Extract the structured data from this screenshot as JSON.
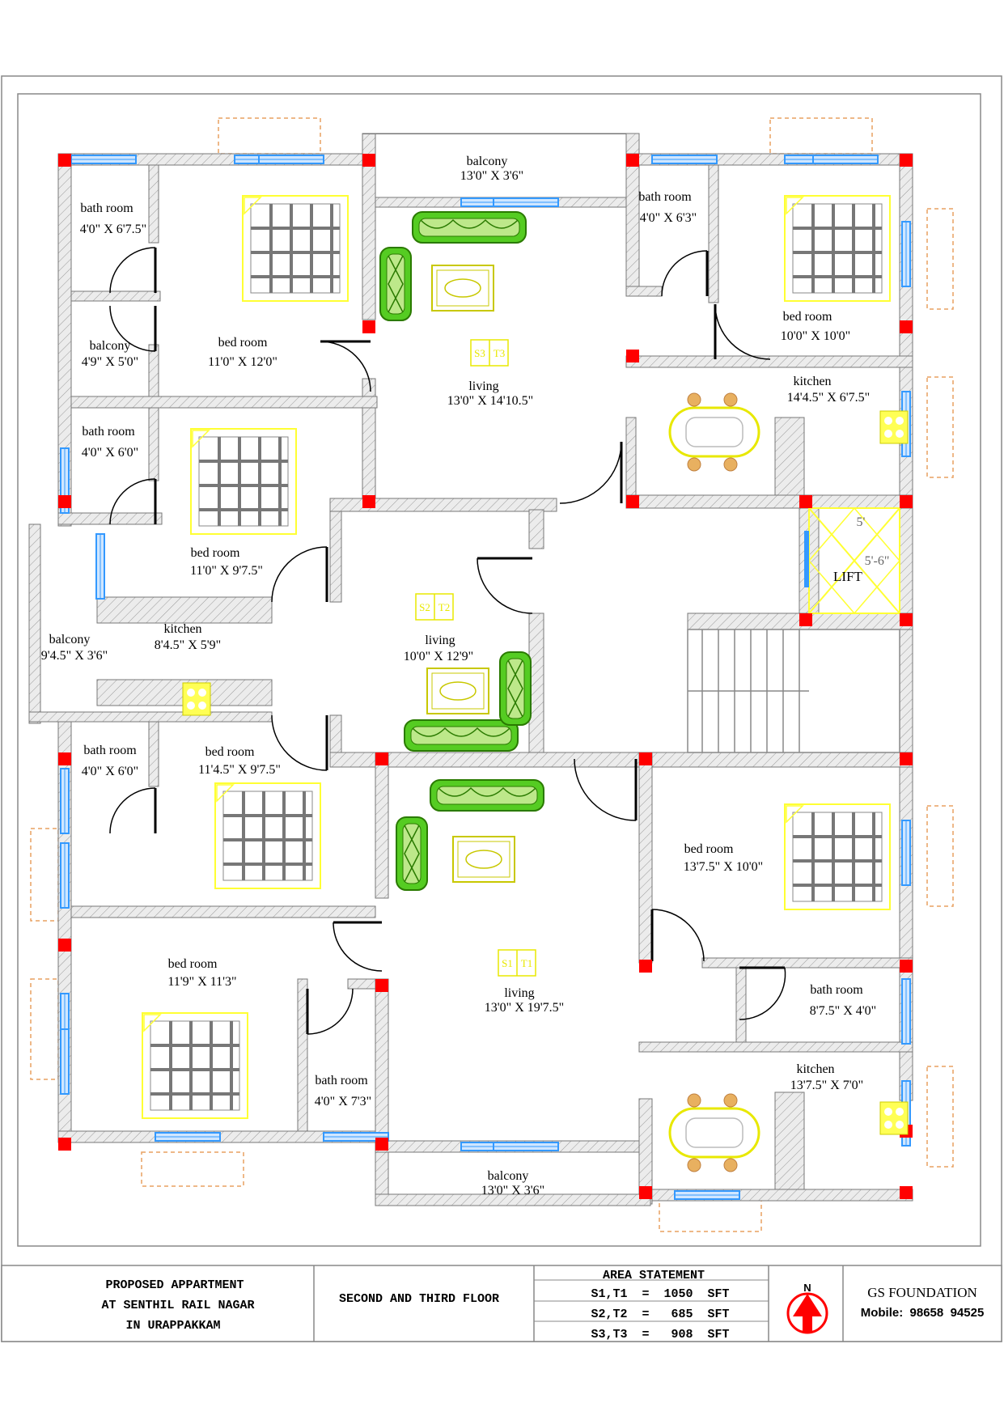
{
  "rooms": [
    {
      "id": "bath-1",
      "name": "bath room",
      "dim": "4'0\" X 6'7.5\""
    },
    {
      "id": "bed-1",
      "name": "bed room",
      "dim": "11'0\" X 12'0\""
    },
    {
      "id": "balcony-top",
      "name": "balcony",
      "dim": "13'0\" X 3'6\""
    },
    {
      "id": "bath-2",
      "name": "bath room",
      "dim": "4'0\" X 6'3\""
    },
    {
      "id": "bed-2",
      "name": "bed room",
      "dim": "10'0\" X 10'0\""
    },
    {
      "id": "balcony-left1",
      "name": "balcony",
      "dim": "4'9\" X 5'0\""
    },
    {
      "id": "living-s3",
      "name": "living",
      "dim": "13'0\" X 14'10.5\""
    },
    {
      "id": "kitchen-s3",
      "name": "kitchen",
      "dim": "14'4.5\" X 6'7.5\""
    },
    {
      "id": "bath-3",
      "name": "bath room",
      "dim": "4'0\" X 6'0\""
    },
    {
      "id": "bed-3",
      "name": "bed room",
      "dim": "11'0\" X 9'7.5\""
    },
    {
      "id": "balcony-left2",
      "name": "balcony",
      "dim": "9'4.5\" X 3'6\""
    },
    {
      "id": "kitchen-s2",
      "name": "kitchen",
      "dim": "8'4.5\" X 5'9\""
    },
    {
      "id": "living-s2",
      "name": "living",
      "dim": "10'0\" X 12'9\""
    },
    {
      "id": "bath-4",
      "name": "bath room",
      "dim": "4'0\" X 6'0\""
    },
    {
      "id": "bed-4",
      "name": "bed room",
      "dim": "11'4.5\" X 9'7.5\""
    },
    {
      "id": "bed-5",
      "name": "bed room",
      "dim": "13'7.5\" X 10'0\""
    },
    {
      "id": "bed-6",
      "name": "bed room",
      "dim": "11'9\" X 11'3\""
    },
    {
      "id": "living-s1",
      "name": "living",
      "dim": "13'0\" X 19'7.5\""
    },
    {
      "id": "bath-5",
      "name": "bath room",
      "dim": "8'7.5\" X 4'0\""
    },
    {
      "id": "bath-6",
      "name": "bath room",
      "dim": "4'0\" X 7'3\""
    },
    {
      "id": "kitchen-s1",
      "name": "kitchen",
      "dim": "13'7.5\" X 7'0\""
    },
    {
      "id": "balcony-bottom",
      "name": "balcony",
      "dim": "13'0\" X 3'6\""
    }
  ],
  "unit_tags": {
    "s3": [
      "S3",
      "T3"
    ],
    "s2": [
      "S2",
      "T2"
    ],
    "s1": [
      "S1",
      "T1"
    ]
  },
  "lift": {
    "label": "LIFT",
    "width": "5'",
    "depth": "5'-6\""
  },
  "title_block": {
    "project_line1": "PROPOSED APPARTMENT",
    "project_line2": "AT SENTHIL RAIL NAGAR",
    "project_line3": "IN URAPPAKKAM",
    "floor": "SECOND AND THIRD FLOOR",
    "area_heading": "AREA STATEMENT",
    "area_rows": [
      "S1,T1  =  1050  SFT",
      "S2,T2  =   685  SFT",
      "S3,T3  =   908  SFT"
    ],
    "north": "N",
    "firm": "GS FOUNDATION",
    "mobile": "Mobile:  98658  94525"
  },
  "colors": {
    "wall_fill": "#e6e6e6",
    "column": "#ff0000",
    "window": "#3399ff",
    "bed": "#ffff33",
    "sofa": "#44bb00",
    "projection": "#e8a060",
    "north_arrow": "#ff0000"
  }
}
